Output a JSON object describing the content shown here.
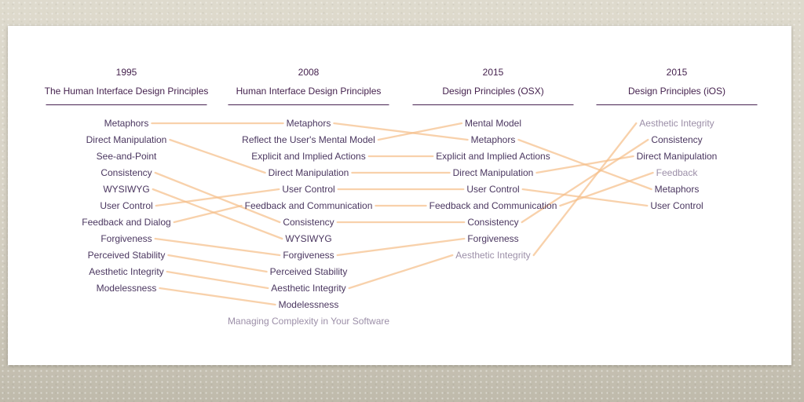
{
  "diagram": {
    "description": "Comparison of Apple interface design principle lists across four versions, with lines connecting corresponding principles"
  },
  "palette": {
    "header_color": "#45224e",
    "rule_color": "#472250",
    "text_color": "#4b3760",
    "muted_text_color": "#9c8fa8",
    "connection_line_color": "#f5bd87",
    "card_background": "#ffffff",
    "page_background": "#d6d1c3"
  },
  "columns": [
    {
      "year": "1995",
      "title": "The Human Interface Design Principles",
      "items": [
        {
          "label": "Metaphors"
        },
        {
          "label": "Direct Manipulation"
        },
        {
          "label": "See-and-Point"
        },
        {
          "label": "Consistency"
        },
        {
          "label": "WYSIWYG"
        },
        {
          "label": "User Control"
        },
        {
          "label": "Feedback and Dialog"
        },
        {
          "label": "Forgiveness"
        },
        {
          "label": "Perceived Stability"
        },
        {
          "label": "Aesthetic Integrity"
        },
        {
          "label": "Modelessness"
        }
      ]
    },
    {
      "year": "2008",
      "title": "Human Interface Design Principles",
      "items": [
        {
          "label": "Metaphors"
        },
        {
          "label": "Reflect the User's Mental Model"
        },
        {
          "label": "Explicit and Implied Actions"
        },
        {
          "label": "Direct Manipulation"
        },
        {
          "label": "User Control"
        },
        {
          "label": "Feedback and Communication"
        },
        {
          "label": "Consistency"
        },
        {
          "label": "WYSIWYG"
        },
        {
          "label": "Forgiveness"
        },
        {
          "label": "Perceived Stability"
        },
        {
          "label": "Aesthetic Integrity"
        },
        {
          "label": "Modelessness"
        },
        {
          "label": "Managing Complexity in Your Software",
          "muted": true
        }
      ]
    },
    {
      "year": "2015",
      "title": "Design Principles (OSX)",
      "items": [
        {
          "label": "Mental Model"
        },
        {
          "label": "Metaphors"
        },
        {
          "label": "Explicit and Implied Actions"
        },
        {
          "label": "Direct Manipulation"
        },
        {
          "label": "User Control"
        },
        {
          "label": "Feedback and Communication"
        },
        {
          "label": "Consistency"
        },
        {
          "label": "Forgiveness"
        },
        {
          "label": "Aesthetic Integrity",
          "muted": true
        }
      ]
    },
    {
      "year": "2015",
      "title": "Design Principles (iOS)",
      "items": [
        {
          "label": "Aesthetic Integrity",
          "muted": true
        },
        {
          "label": "Consistency"
        },
        {
          "label": "Direct Manipulation"
        },
        {
          "label": "Feedback",
          "muted": true
        },
        {
          "label": "Metaphors"
        },
        {
          "label": "User Control"
        }
      ]
    }
  ],
  "connections": [
    {
      "from": [
        0,
        0
      ],
      "to": [
        1,
        0
      ]
    },
    {
      "from": [
        0,
        1
      ],
      "to": [
        1,
        3
      ]
    },
    {
      "from": [
        0,
        3
      ],
      "to": [
        1,
        6
      ]
    },
    {
      "from": [
        0,
        4
      ],
      "to": [
        1,
        7
      ]
    },
    {
      "from": [
        0,
        5
      ],
      "to": [
        1,
        4
      ]
    },
    {
      "from": [
        0,
        6
      ],
      "to": [
        1,
        5
      ]
    },
    {
      "from": [
        0,
        7
      ],
      "to": [
        1,
        8
      ]
    },
    {
      "from": [
        0,
        8
      ],
      "to": [
        1,
        9
      ]
    },
    {
      "from": [
        0,
        9
      ],
      "to": [
        1,
        10
      ]
    },
    {
      "from": [
        0,
        10
      ],
      "to": [
        1,
        11
      ]
    },
    {
      "from": [
        1,
        0
      ],
      "to": [
        2,
        1
      ]
    },
    {
      "from": [
        1,
        1
      ],
      "to": [
        2,
        0
      ]
    },
    {
      "from": [
        1,
        2
      ],
      "to": [
        2,
        2
      ]
    },
    {
      "from": [
        1,
        3
      ],
      "to": [
        2,
        3
      ]
    },
    {
      "from": [
        1,
        4
      ],
      "to": [
        2,
        4
      ]
    },
    {
      "from": [
        1,
        5
      ],
      "to": [
        2,
        5
      ]
    },
    {
      "from": [
        1,
        6
      ],
      "to": [
        2,
        6
      ]
    },
    {
      "from": [
        1,
        8
      ],
      "to": [
        2,
        7
      ]
    },
    {
      "from": [
        1,
        10
      ],
      "to": [
        2,
        8
      ]
    },
    {
      "from": [
        2,
        1
      ],
      "to": [
        3,
        4
      ]
    },
    {
      "from": [
        2,
        3
      ],
      "to": [
        3,
        2
      ]
    },
    {
      "from": [
        2,
        4
      ],
      "to": [
        3,
        5
      ]
    },
    {
      "from": [
        2,
        5
      ],
      "to": [
        3,
        3
      ]
    },
    {
      "from": [
        2,
        6
      ],
      "to": [
        3,
        1
      ]
    },
    {
      "from": [
        2,
        8
      ],
      "to": [
        3,
        0
      ]
    }
  ]
}
